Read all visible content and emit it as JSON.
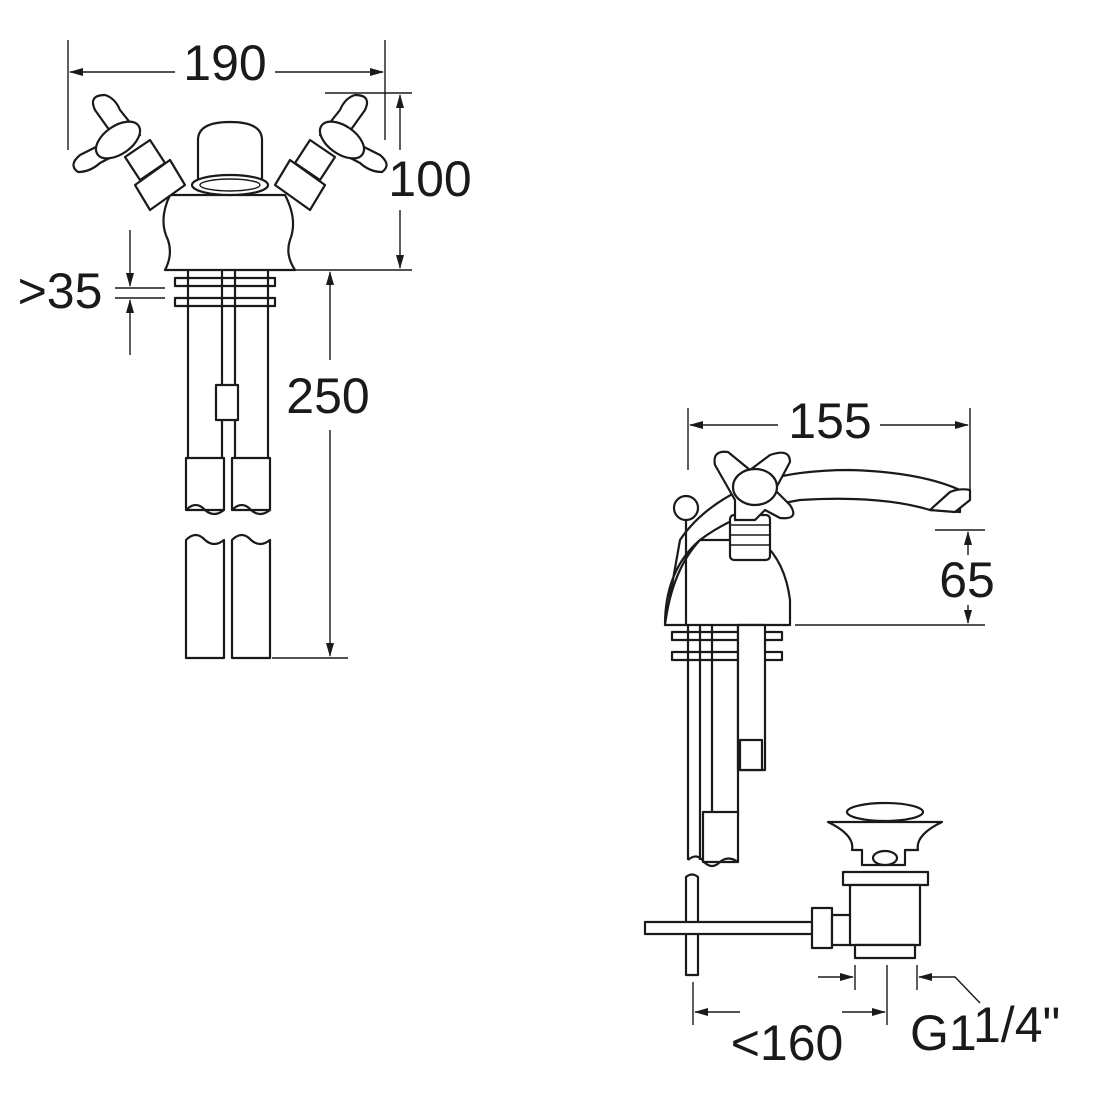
{
  "title": "Basin mixer technical drawing",
  "front_view": {
    "dimensions": {
      "width": "190",
      "height": "100",
      "deck_thickness": ">35",
      "pipe_length": "250"
    }
  },
  "side_view": {
    "dimensions": {
      "projection": "155",
      "spout_height": "65",
      "pull_rod": "<160",
      "waste_thread_prefix": "G1",
      "waste_thread_fraction": "1/4\""
    }
  },
  "colors": {
    "line": "#1a1a1a",
    "background": "#ffffff"
  }
}
